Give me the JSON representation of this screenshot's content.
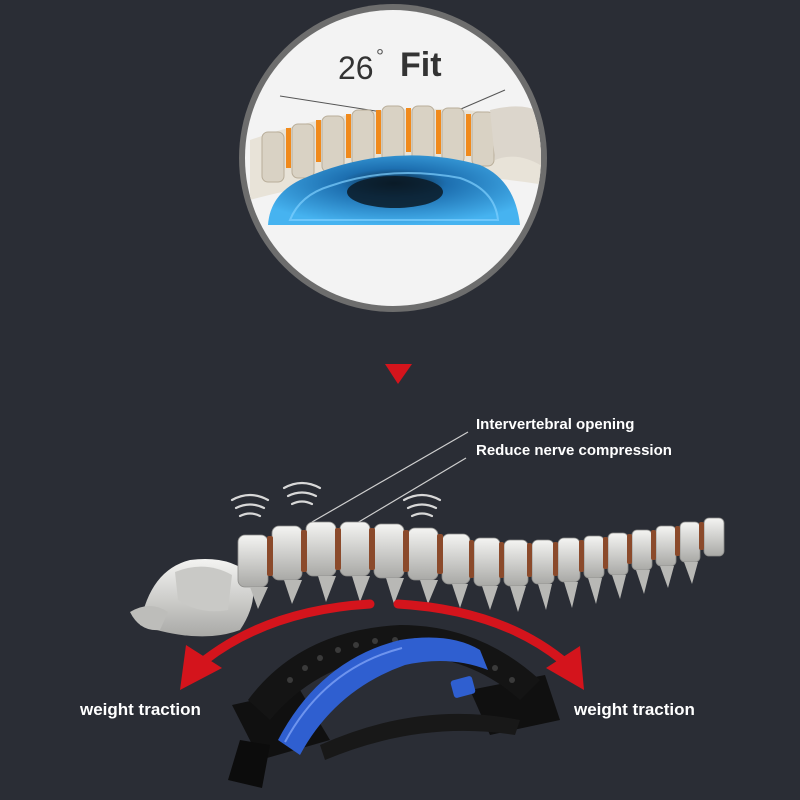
{
  "inset": {
    "angle": "26",
    "degree_symbol": "°",
    "word": "Fit"
  },
  "callouts": {
    "line1": "Intervertebral opening",
    "line2": "Reduce nerve compression"
  },
  "traction": {
    "left": "weight traction",
    "right": "weight traction"
  },
  "colors": {
    "background": "#2a2d35",
    "arrow_red": "#d4141c",
    "stretcher_blue": "#2f5fd0",
    "stretcher_black": "#141414",
    "insert_blue": "#3ba7e8"
  }
}
